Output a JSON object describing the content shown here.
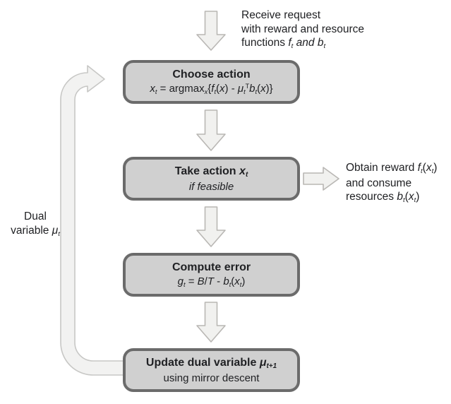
{
  "colors": {
    "background": "#ffffff",
    "text": "#202124",
    "box_fill": "#d0d0d0",
    "box_border": "#6b6b6b",
    "arrow_fill": "#f1f1ef",
    "arrow_stroke": "#b9b7b4",
    "loop_fill": "#f2f2f1",
    "loop_stroke": "#c7c7c5"
  },
  "icons": {
    "down_arrow": "block-arrow-down",
    "right_arrow": "block-arrow-right",
    "loop_arrow": "curved-loop-back-arrow"
  },
  "notes": {
    "receive": {
      "lines": [
        [
          {
            "t": "Receive request"
          }
        ],
        [
          {
            "t": "with reward and resource"
          }
        ],
        [
          {
            "t": "functions "
          },
          {
            "t": "f",
            "s": "i"
          },
          {
            "t": "t",
            "s": "sub"
          },
          {
            "t": " "
          },
          {
            "t": "and",
            "s": "i"
          },
          {
            "t": " "
          },
          {
            "t": "b",
            "s": "i"
          },
          {
            "t": "t",
            "s": "sub"
          }
        ]
      ]
    },
    "obtain": {
      "lines": [
        [
          {
            "t": "Obtain reward "
          },
          {
            "t": "f",
            "s": "i"
          },
          {
            "t": "t",
            "s": "sub"
          },
          {
            "t": "("
          },
          {
            "t": "x",
            "s": "i"
          },
          {
            "t": "t",
            "s": "sub"
          },
          {
            "t": ")"
          }
        ],
        [
          {
            "t": "and consume"
          }
        ],
        [
          {
            "t": "resources "
          },
          {
            "t": "b",
            "s": "i"
          },
          {
            "t": "t",
            "s": "sub"
          },
          {
            "t": "("
          },
          {
            "t": "x",
            "s": "i"
          },
          {
            "t": "t",
            "s": "sub"
          },
          {
            "t": ")"
          }
        ]
      ]
    },
    "dual": {
      "lines": [
        [
          {
            "t": "Dual"
          }
        ],
        [
          {
            "t": "variable "
          },
          {
            "t": "μ",
            "s": "i"
          },
          {
            "t": "t",
            "s": "sub"
          }
        ]
      ]
    }
  },
  "boxes": [
    {
      "id": "choose-action",
      "title_tokens": [
        {
          "t": "Choose action"
        }
      ],
      "sub_tokens": [
        {
          "t": "x",
          "s": "i"
        },
        {
          "t": "t",
          "s": "sub"
        },
        {
          "t": " = argmax"
        },
        {
          "t": "x",
          "s": "sub"
        },
        {
          "t": "{"
        },
        {
          "t": "f",
          "s": "i"
        },
        {
          "t": "t",
          "s": "sub"
        },
        {
          "t": "("
        },
        {
          "t": "x",
          "s": "i"
        },
        {
          "t": ") - "
        },
        {
          "t": "μ",
          "s": "i"
        },
        {
          "t": "t",
          "s": "sub"
        },
        {
          "t": "T",
          "s": "sup"
        },
        {
          "t": "b",
          "s": "i"
        },
        {
          "t": "t",
          "s": "sub"
        },
        {
          "t": "("
        },
        {
          "t": "x",
          "s": "i"
        },
        {
          "t": ")}"
        }
      ]
    },
    {
      "id": "take-action",
      "title_tokens": [
        {
          "t": "Take action "
        },
        {
          "t": "x",
          "s": "i"
        },
        {
          "t": "t",
          "s": "sub"
        }
      ],
      "sub_tokens": [
        {
          "t": "if feasible",
          "s": "i"
        }
      ]
    },
    {
      "id": "compute-error",
      "title_tokens": [
        {
          "t": "Compute error"
        }
      ],
      "sub_tokens": [
        {
          "t": "g",
          "s": "i"
        },
        {
          "t": "t",
          "s": "sub"
        },
        {
          "t": " = "
        },
        {
          "t": "B",
          "s": "i"
        },
        {
          "t": "/"
        },
        {
          "t": "T",
          "s": "i"
        },
        {
          "t": " - "
        },
        {
          "t": "b",
          "s": "i"
        },
        {
          "t": "t",
          "s": "sub"
        },
        {
          "t": "("
        },
        {
          "t": "x",
          "s": "i"
        },
        {
          "t": "t",
          "s": "sub"
        },
        {
          "t": ")"
        }
      ]
    },
    {
      "id": "update-dual-variable",
      "title_tokens": [
        {
          "t": "Update dual variable "
        },
        {
          "t": "μ",
          "s": "i"
        },
        {
          "t": "t+1",
          "s": "sub"
        }
      ],
      "sub_tokens": [
        {
          "t": "using mirror descent"
        }
      ]
    }
  ]
}
